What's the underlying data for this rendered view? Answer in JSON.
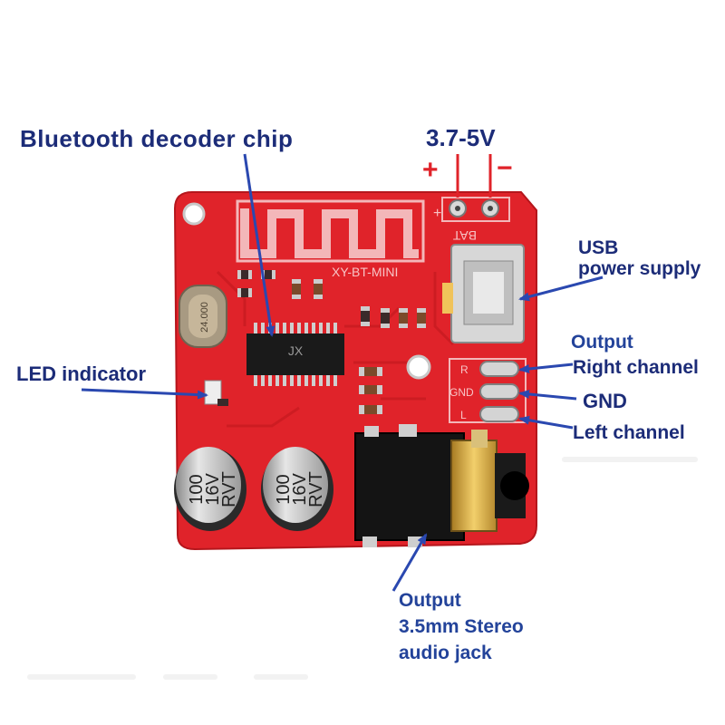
{
  "labels": {
    "chip": "Bluetooth decoder chip",
    "voltage": "3.7-5V",
    "plus": "+",
    "minus": "−",
    "usb_line1": "USB",
    "usb_line2": "power supply",
    "led": "LED indicator",
    "out_title": "Output",
    "right_channel": "Right channel",
    "gnd": "GND",
    "left_channel": "Left channel",
    "jack_line1": "Output",
    "jack_line2": "3.5mm Stereo",
    "jack_line3": "audio jack"
  },
  "board": {
    "model": "XY-BT-MINI",
    "bat": "BAT",
    "plus_mark": "+",
    "crystal": "24.000",
    "chip_logo": "JX",
    "pad_r": "R",
    "pad_gnd": "GND",
    "pad_l": "L",
    "cap1": [
      "100",
      "16V",
      "RVT"
    ],
    "cap2": [
      "100",
      "16V",
      "RVT"
    ]
  },
  "colors": {
    "board": "#e0232a",
    "label_text": "#1c2c78",
    "output_text": "#23439a",
    "arrow": "#2a48b0",
    "power_marks": "#e0232a"
  }
}
